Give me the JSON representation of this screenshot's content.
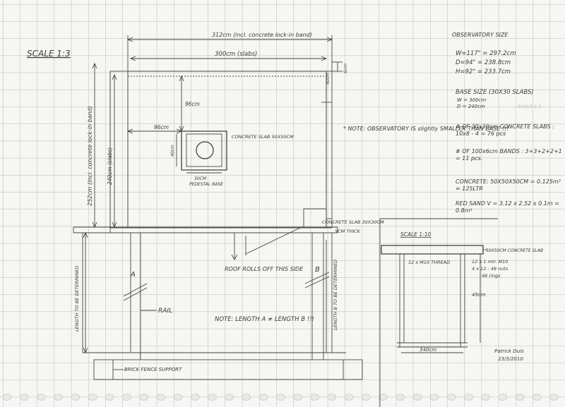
{
  "drawing": {
    "scale_label": "SCALE 1:3",
    "width_incl_concrete": "312cm (incl. concrete lock-in band)",
    "width_slabs": "300cm (slabs)",
    "top_offset": "6cm",
    "top_inner": "40cm",
    "height_incl_concrete": "252cm (incl. concrete lock-in band)",
    "height_slabs": "240cm (slabs)",
    "pedestal_offset_top": "96cm",
    "pedestal_offset_left": "96cm",
    "concrete_slab_label": "CONCRETE SLAB 50X50CM",
    "pedestal_size": "40cm",
    "pedestal_base_label": "PEDESTAL BASE",
    "pedestal_base_size": "30CM",
    "note_observatory": "* NOTE: OBSERVATORY IS slightly SMALLER THAN BASE !!!",
    "corner_slab_label": "CONCRETE SLAB 30X30CM",
    "corner_slab_thickness": "5CM THICK",
    "roof_rolls": "ROOF ROLLS OFF THIS SIDE",
    "label_a": "A",
    "label_b": "B",
    "length_left": "LENGTH TO BE DETERMINED",
    "length_right": "LENGTH B TO BE DETERMINED",
    "rail": "RAIL",
    "note_length": "NOTE: LENGTH A ≠ LENGTH B !!!",
    "brick_fence": "BRICK FENCE SUPPORT"
  },
  "specs": {
    "title": "OBSERVATORY SIZE",
    "w": "W=117\" = 297.2cm",
    "d": "D=94\" = 238.8cm",
    "h": "H=92\" = 233.7cm",
    "base_size_title": "BASE SIZE (30X30 SLABS)",
    "base_w": "W = 300cm",
    "base_d": "D = 240cm",
    "scale_note": "SCALE 1:3",
    "slabs_count": "# OF 30x30cm CONCRETE SLABS : 10x8 - 4 = 76 pcs",
    "bands_count": "# OF 100x6cm BANDS : 3+3+2+2+1 = 11 pcs.",
    "concrete": "CONCRETE: 50X50X50CM = 0.125m³ ≈ 125LTR",
    "red_sand": "RED SAND V = 3.12 x 2.52 x 0.1m = 0.8m³"
  },
  "detail": {
    "scale": "SCALE 1:10",
    "slab_label": "50X50CM CONCRETE SLAB",
    "thread": "12 x M10 THREAD",
    "nuts": "12 x 1 mtr. M10",
    "nuts2": "4 x 12 : 48 nuts",
    "rings": "48 rings",
    "height": "45cm",
    "width": "340cm"
  },
  "signature": {
    "name": "Patrick Duis",
    "date": "23/3/2010"
  }
}
